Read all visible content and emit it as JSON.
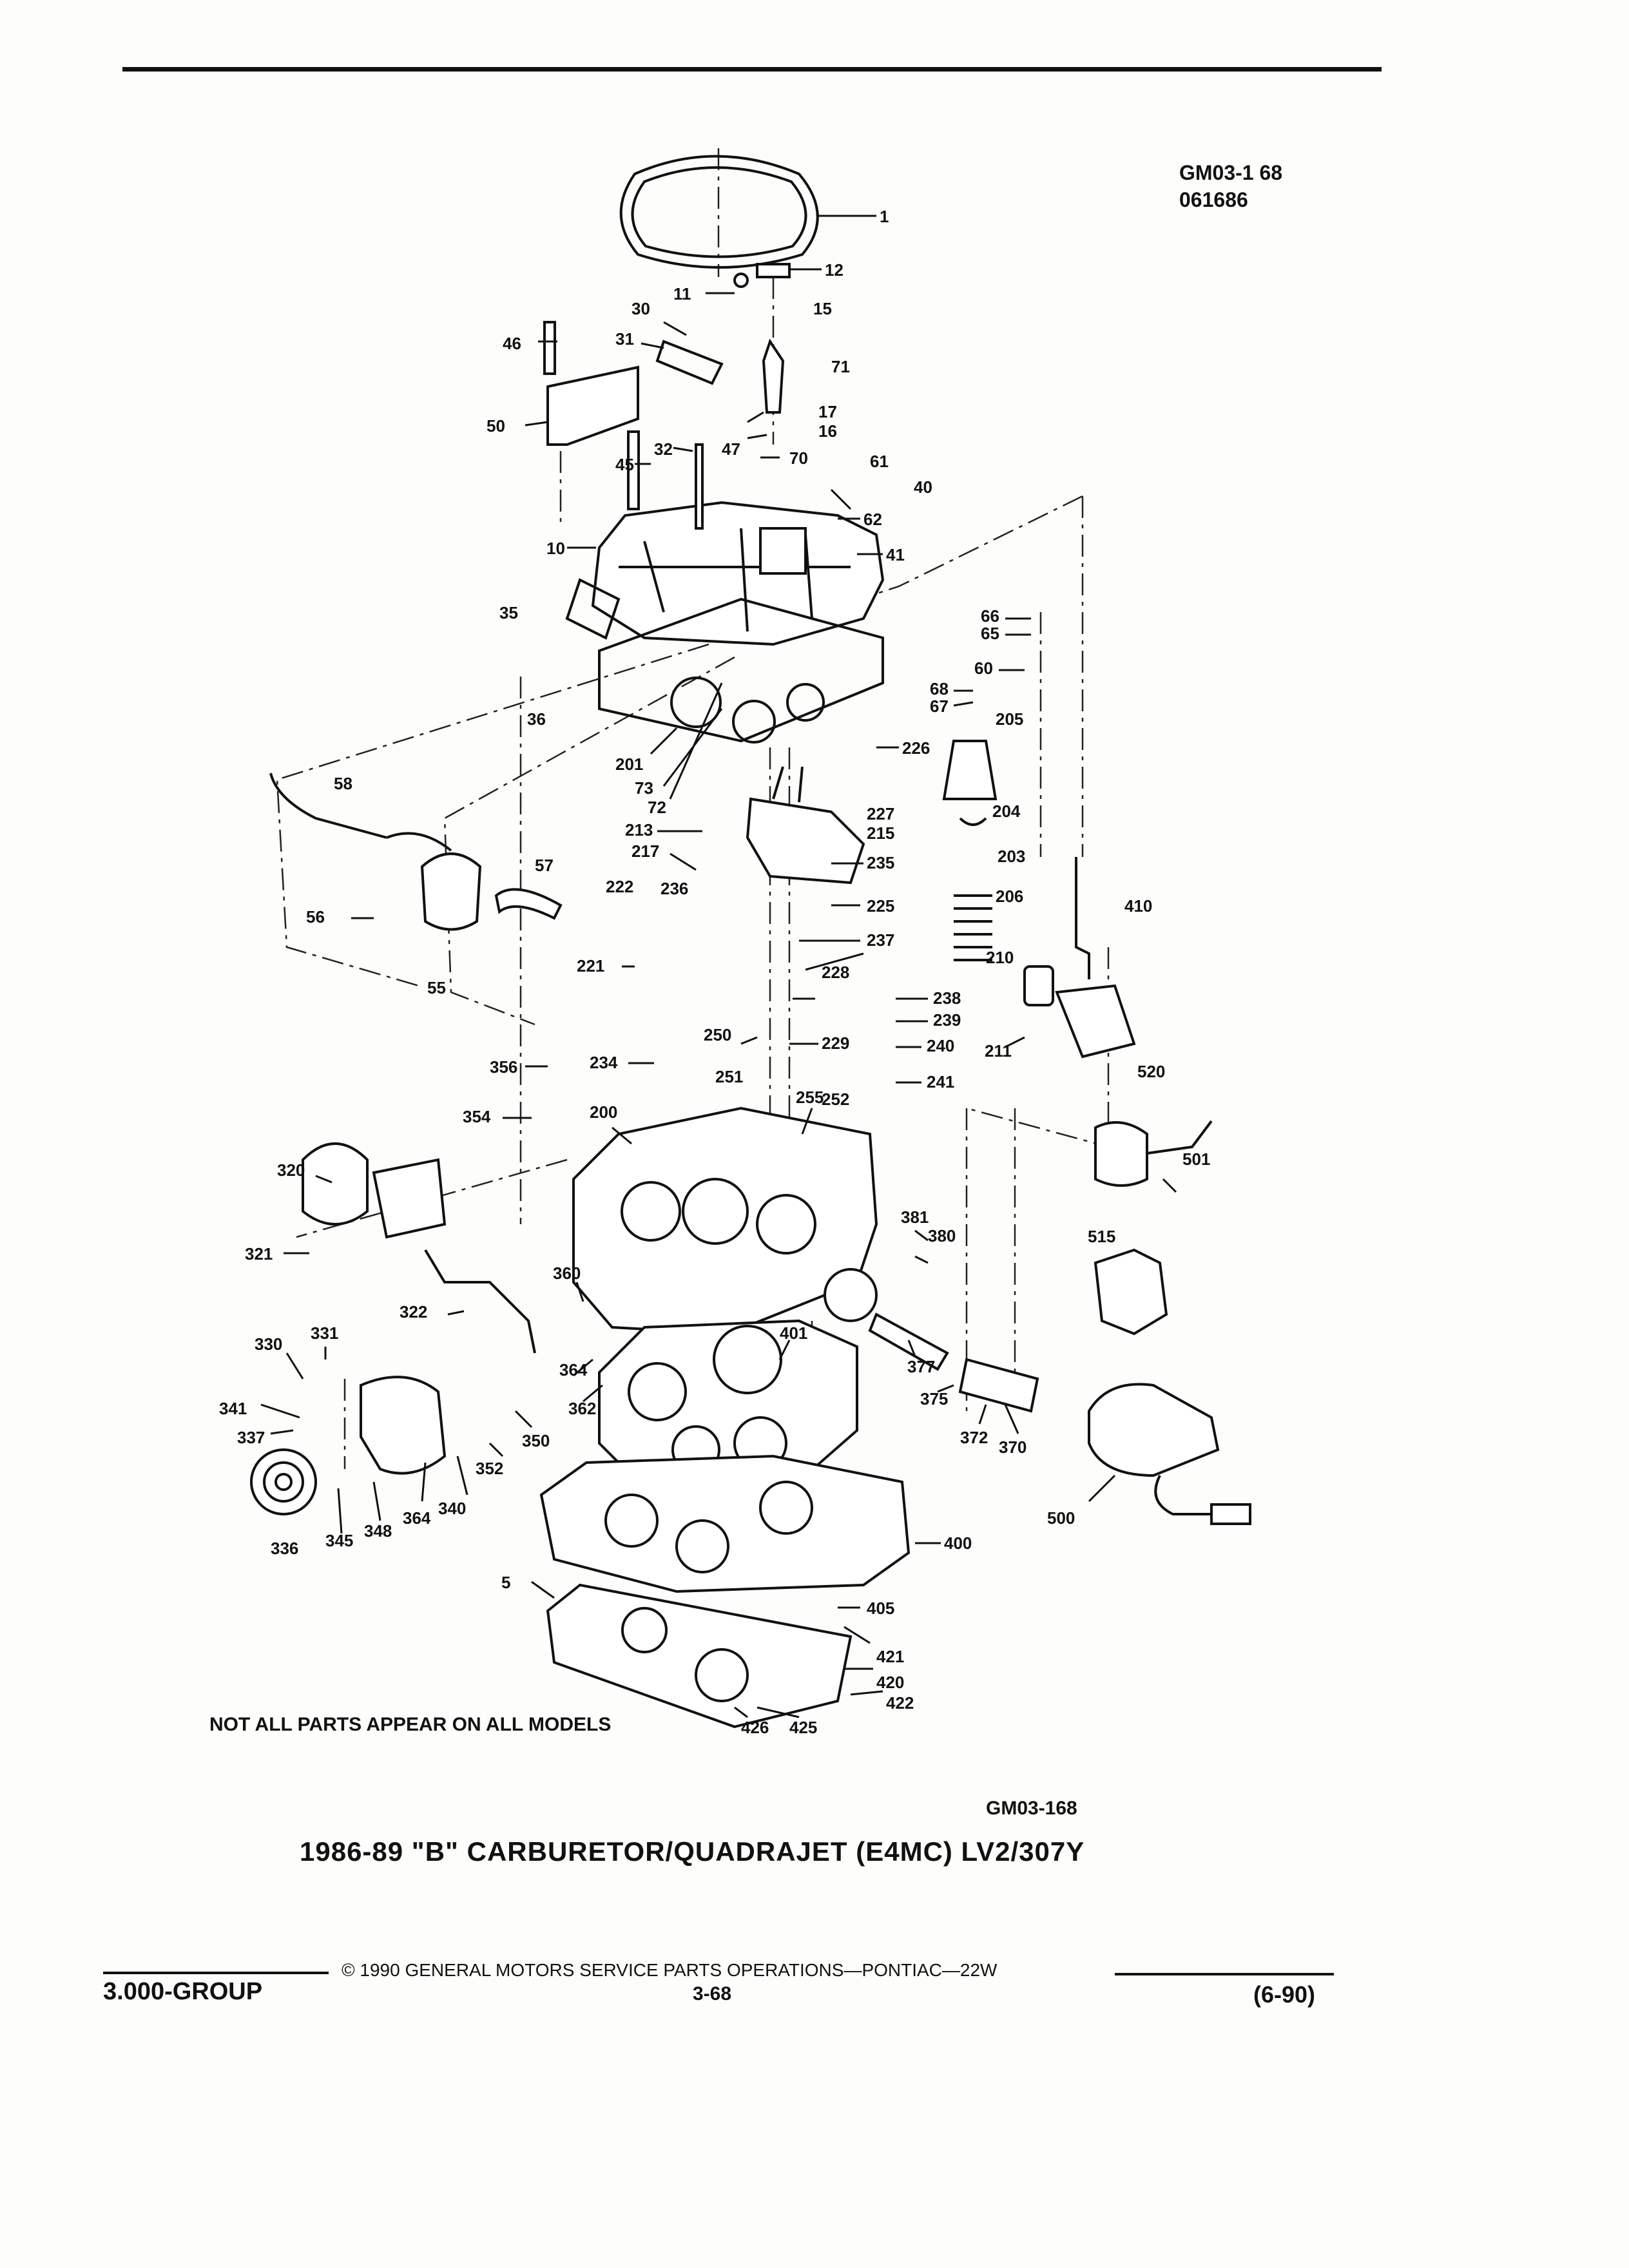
{
  "drawing_codes": {
    "code": "GM03-1 68",
    "date": "061686"
  },
  "diagram": {
    "note": "NOT ALL PARTS APPEAR ON ALL MODELS",
    "labels": [
      {
        "n": "1"
      },
      {
        "n": "12"
      },
      {
        "n": "11"
      },
      {
        "n": "30"
      },
      {
        "n": "15"
      },
      {
        "n": "46"
      },
      {
        "n": "31"
      },
      {
        "n": "71"
      },
      {
        "n": "50"
      },
      {
        "n": "17"
      },
      {
        "n": "16"
      },
      {
        "n": "32"
      },
      {
        "n": "47"
      },
      {
        "n": "45"
      },
      {
        "n": "70"
      },
      {
        "n": "61"
      },
      {
        "n": "40"
      },
      {
        "n": "62"
      },
      {
        "n": "10"
      },
      {
        "n": "41"
      },
      {
        "n": "35"
      },
      {
        "n": "66"
      },
      {
        "n": "65"
      },
      {
        "n": "60"
      },
      {
        "n": "36"
      },
      {
        "n": "68"
      },
      {
        "n": "67"
      },
      {
        "n": "205"
      },
      {
        "n": "226"
      },
      {
        "n": "201"
      },
      {
        "n": "73"
      },
      {
        "n": "72"
      },
      {
        "n": "58"
      },
      {
        "n": "227"
      },
      {
        "n": "213"
      },
      {
        "n": "215"
      },
      {
        "n": "204"
      },
      {
        "n": "217"
      },
      {
        "n": "235"
      },
      {
        "n": "203"
      },
      {
        "n": "57"
      },
      {
        "n": "222"
      },
      {
        "n": "236"
      },
      {
        "n": "206"
      },
      {
        "n": "225"
      },
      {
        "n": "410"
      },
      {
        "n": "56"
      },
      {
        "n": "237"
      },
      {
        "n": "221"
      },
      {
        "n": "210"
      },
      {
        "n": "228"
      },
      {
        "n": "55"
      },
      {
        "n": "238"
      },
      {
        "n": "239"
      },
      {
        "n": "250"
      },
      {
        "n": "229"
      },
      {
        "n": "240"
      },
      {
        "n": "211"
      },
      {
        "n": "234"
      },
      {
        "n": "251"
      },
      {
        "n": "241"
      },
      {
        "n": "356"
      },
      {
        "n": "520"
      },
      {
        "n": "255"
      },
      {
        "n": "252"
      },
      {
        "n": "354"
      },
      {
        "n": "200"
      },
      {
        "n": "501"
      },
      {
        "n": "320"
      },
      {
        "n": "381"
      },
      {
        "n": "380"
      },
      {
        "n": "515"
      },
      {
        "n": "321"
      },
      {
        "n": "360"
      },
      {
        "n": "322"
      },
      {
        "n": "331"
      },
      {
        "n": "401"
      },
      {
        "n": "330"
      },
      {
        "n": "377"
      },
      {
        "n": "364"
      },
      {
        "n": "362"
      },
      {
        "n": "341"
      },
      {
        "n": "375"
      },
      {
        "n": "337"
      },
      {
        "n": "350"
      },
      {
        "n": "372"
      },
      {
        "n": "370"
      },
      {
        "n": "352"
      },
      {
        "n": "364"
      },
      {
        "n": "340"
      },
      {
        "n": "500"
      },
      {
        "n": "348"
      },
      {
        "n": "336"
      },
      {
        "n": "345"
      },
      {
        "n": "400"
      },
      {
        "n": "5"
      },
      {
        "n": "405"
      },
      {
        "n": "421"
      },
      {
        "n": "420"
      },
      {
        "n": "422"
      },
      {
        "n": "426"
      },
      {
        "n": "425"
      }
    ]
  },
  "caption": {
    "code": "GM03-168",
    "title": "1986-89 \"B\" CARBURETOR/QUADRAJET (E4MC) LV2/307Y"
  },
  "footer": {
    "copyright": "© 1990 GENERAL MOTORS SERVICE PARTS OPERATIONS—PONTIAC—22W",
    "group": "3.000-GROUP",
    "page": "3-68",
    "date": "(6-90)"
  }
}
